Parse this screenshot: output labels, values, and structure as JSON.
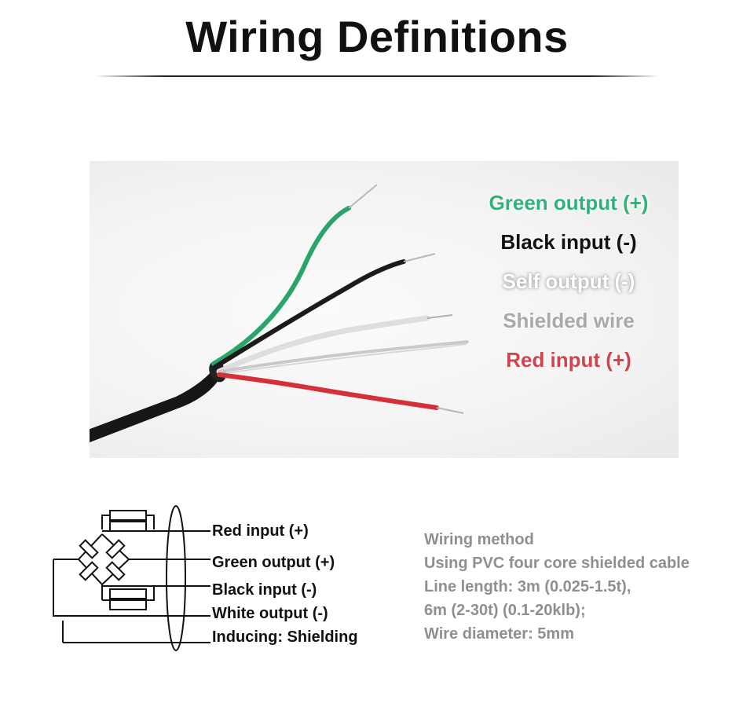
{
  "title": "Wiring Definitions",
  "photo": {
    "labels": {
      "green": "Green output (+)",
      "black": "Black input (-)",
      "self": "Self output (-)",
      "shield": "Shielded wire",
      "red": "Red input (+)"
    },
    "colors": {
      "green": "#2fb37a",
      "black": "#111111",
      "self": "#ffffff",
      "shield": "#a9a9a9",
      "red": "#d0444c"
    }
  },
  "schematic": {
    "terminals": [
      "Red input (+)",
      "Green output (+)",
      "Black input (-)",
      "White output (-)",
      "Inducing: Shielding"
    ]
  },
  "wiring_method": {
    "heading": "Wiring method",
    "lines": [
      "Using PVC four core shielded cable",
      "Line length: 3m (0.025-1.5t),",
      "6m (2-30t) (0.1-20klb);",
      "Wire diameter: 5mm"
    ]
  }
}
